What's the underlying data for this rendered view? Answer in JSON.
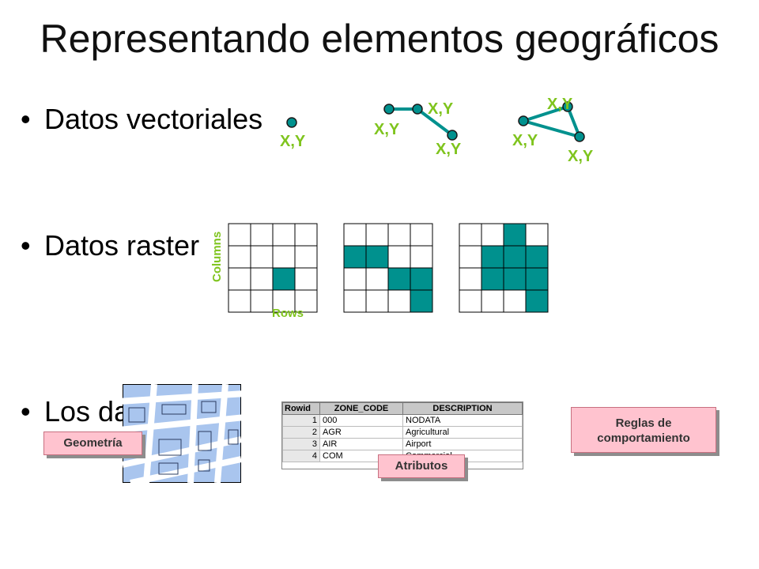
{
  "slide": {
    "title": "Representando elementos geográficos",
    "bullets": [
      {
        "text": "Datos vectoriales"
      },
      {
        "text": "Datos raster"
      },
      {
        "text": "Los datos se"
      }
    ]
  },
  "vector": {
    "coord_label": "X,Y"
  },
  "raster": {
    "columns_label": "Columns",
    "rows_label": "Rows",
    "grids": [
      [
        [
          0,
          0,
          0,
          0
        ],
        [
          0,
          0,
          0,
          0
        ],
        [
          0,
          0,
          1,
          0
        ],
        [
          0,
          0,
          0,
          0
        ]
      ],
      [
        [
          0,
          0,
          0,
          0
        ],
        [
          1,
          1,
          0,
          0
        ],
        [
          0,
          0,
          1,
          1
        ],
        [
          0,
          0,
          0,
          1
        ]
      ],
      [
        [
          0,
          0,
          1,
          0
        ],
        [
          0,
          1,
          1,
          1
        ],
        [
          0,
          1,
          1,
          1
        ],
        [
          0,
          0,
          0,
          1
        ]
      ]
    ]
  },
  "table": {
    "headers": [
      "Rowid",
      "ZONE_CODE",
      "DESCRIPTION"
    ],
    "rows": [
      [
        "1",
        "000",
        "NODATA"
      ],
      [
        "2",
        "AGR",
        "Agricultural"
      ],
      [
        "3",
        "AIR",
        "Airport"
      ],
      [
        "4",
        "COM",
        "Commercial"
      ]
    ]
  },
  "labels": {
    "geometria": "Geometría",
    "atributos": "Atributos",
    "reglas_line1": "Reglas de",
    "reglas_line2": "comportamiento"
  },
  "colors": {
    "teal": "#00918e",
    "green_label": "#7fc41e",
    "pink": "#ffc3cf",
    "map_blue": "#a9c5ee"
  }
}
